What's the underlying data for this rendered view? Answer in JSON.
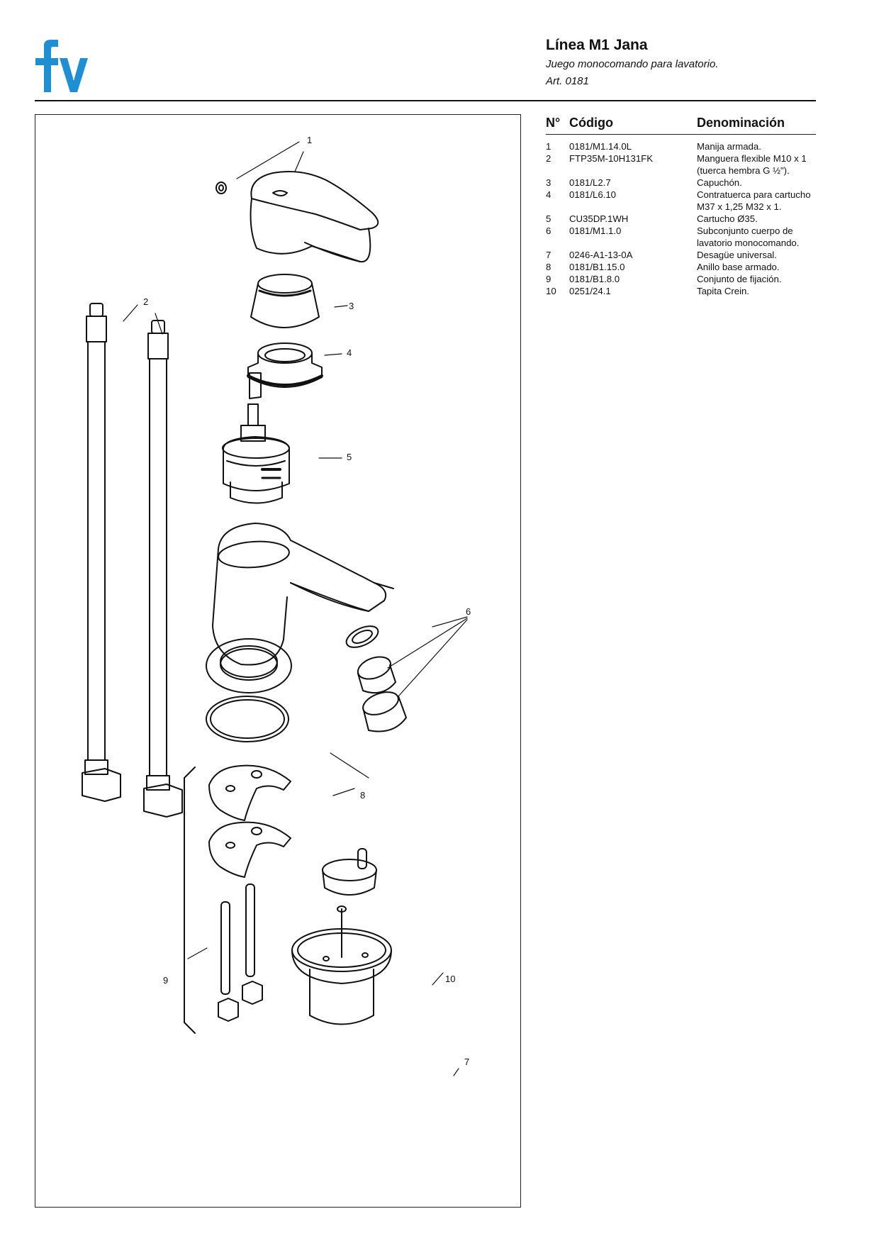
{
  "header": {
    "title": "Línea M1 Jana",
    "subtitle": "Juego monocomando para lavatorio.",
    "article": "Art. 0181"
  },
  "table": {
    "headers": {
      "num": "N°",
      "code": "Código",
      "name": "Denominación"
    },
    "rows": [
      {
        "num": "1",
        "code": "0181/M1.14.0L",
        "name": "Manija armada."
      },
      {
        "num": "2",
        "code": "FTP35M-10H131FK",
        "name": "Manguera flexible M10 x 1 (tuerca hembra G ½\")."
      },
      {
        "num": "3",
        "code": "0181/L2.7",
        "name": "Capuchón."
      },
      {
        "num": "4",
        "code": "0181/L6.10",
        "name": "Contratuerca para cartucho M37 x 1,25 M32 x 1."
      },
      {
        "num": "5",
        "code": "CU35DP.1WH",
        "name": "Cartucho Ø35."
      },
      {
        "num": "6",
        "code": "0181/M1.1.0",
        "name": "Subconjunto cuerpo de lavatorio monocomando."
      },
      {
        "num": "7",
        "code": "0246-A1-13-0A",
        "name": "Desagüe universal."
      },
      {
        "num": "8",
        "code": "0181/B1.15.0",
        "name": "Anillo base armado."
      },
      {
        "num": "9",
        "code": "0181/B1.8.0",
        "name": "Conjunto de fijación."
      },
      {
        "num": "10",
        "code": "0251/24.1",
        "name": "Tapita Crein."
      }
    ]
  },
  "diagram": {
    "callouts": [
      "1",
      "2",
      "3",
      "4",
      "5",
      "6",
      "7",
      "8",
      "9",
      "10"
    ]
  },
  "colors": {
    "logo": "#1e8fd3",
    "ink": "#111111"
  }
}
